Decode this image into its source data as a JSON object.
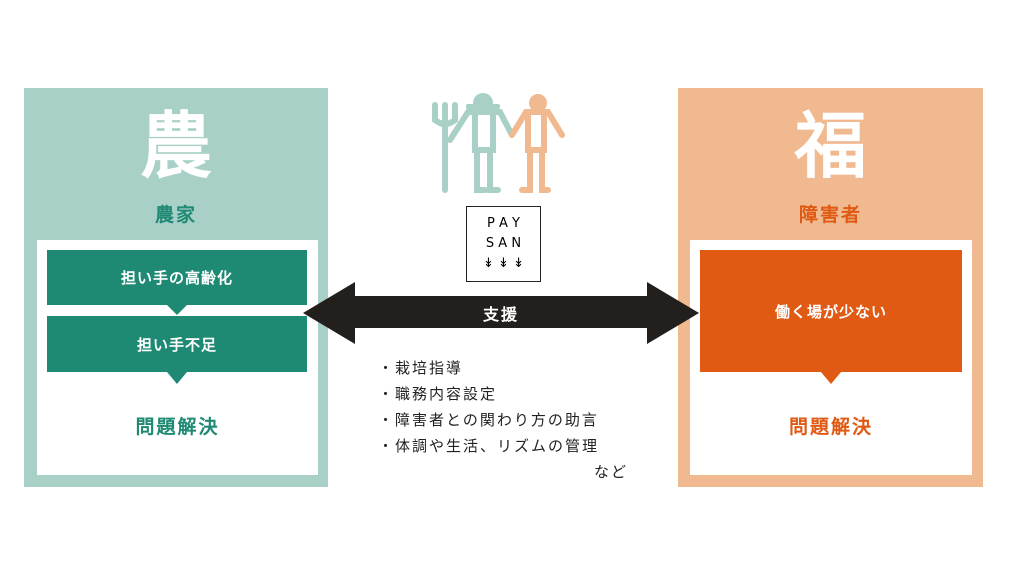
{
  "left": {
    "big_char": "農",
    "label": "農家",
    "box1": "担い手の高齢化",
    "box2": "担い手不足",
    "result": "問題解決"
  },
  "right": {
    "big_char": "福",
    "label": "障害者",
    "box1": "働く場が少ない",
    "result": "問題解決"
  },
  "center": {
    "logo_lines": [
      "P A Y",
      "S A N",
      "↡ ↡ ↡"
    ],
    "arrow_label": "支援",
    "support_items": [
      "・栽培指導",
      "・職務内容設定",
      "・障害者との関わり方の助言",
      "・体調や生活、リズムの管理"
    ],
    "support_suffix": "など"
  },
  "colors": {
    "left_bg": "#a9d0c7",
    "left_accent": "#1f8a74",
    "right_bg": "#f0b990",
    "right_accent": "#e05a14"
  }
}
